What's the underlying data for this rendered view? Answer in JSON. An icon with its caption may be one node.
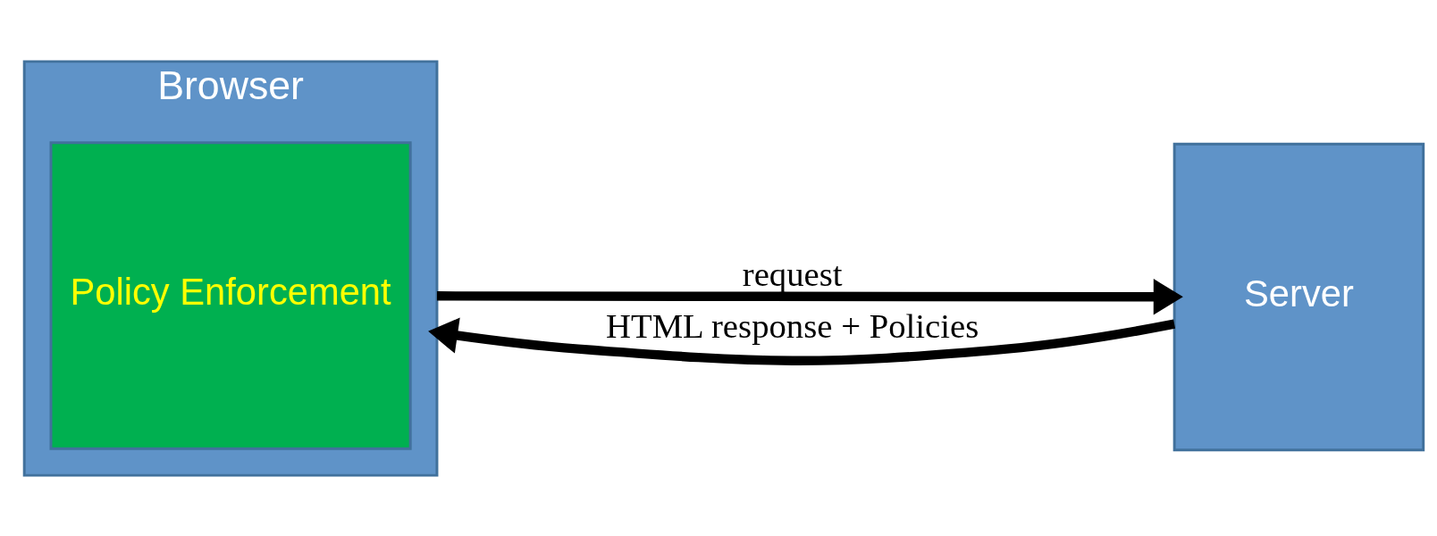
{
  "diagram": {
    "nodes": [
      {
        "text": [
          "Browser"
        ]
      },
      {
        "text": [
          "Policy Enforcement"
        ],
        "in": 0
      },
      {
        "text": [
          "Server"
        ]
      }
    ],
    "edges": [
      {
        "from": 0,
        "to": 2,
        "arrow": "to",
        "label": "request"
      },
      {
        "from": 2,
        "to": 0,
        "arrow": "to",
        "label": "HTML response + Policies"
      }
    ]
  }
}
